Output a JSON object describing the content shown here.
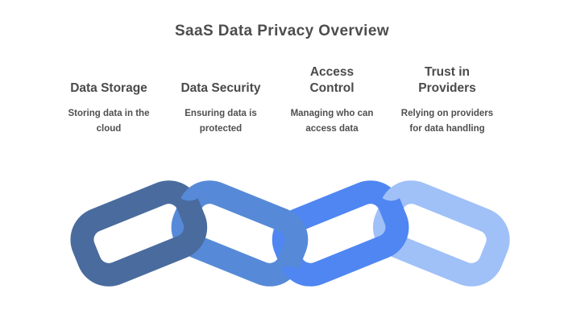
{
  "title": "SaaS Data Privacy Overview",
  "concepts": [
    {
      "heading": "Data Storage",
      "description": "Storing data in the\ncloud",
      "color": "#4a6b9e"
    },
    {
      "heading": "Data Security",
      "description": "Ensuring data is\nprotected",
      "color": "#568ad8"
    },
    {
      "heading": "Access\nControl",
      "description": "Managing who can\naccess data",
      "color": "#4f86f2"
    },
    {
      "heading": "Trust in\nProviders",
      "description": "Relying on providers\nfor data handling",
      "color": "#a0c0f8"
    }
  ],
  "style": {
    "title_color": "#4d4d4d",
    "heading_color": "#4a4a4a",
    "description_color": "#4f4f4f",
    "background_color": "#ffffff"
  }
}
